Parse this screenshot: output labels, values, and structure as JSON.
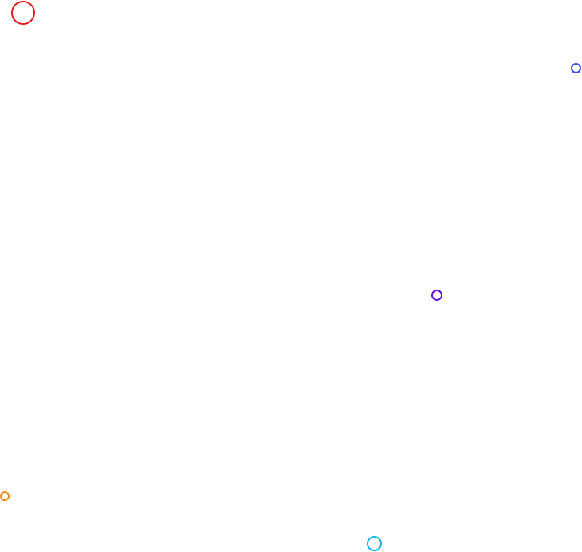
{
  "markers": [
    {
      "id": "red",
      "color": "#e31b1b"
    },
    {
      "id": "blue",
      "color": "#3b4fe0"
    },
    {
      "id": "purple",
      "color": "#6a12e0"
    },
    {
      "id": "orange",
      "color": "#f28c16"
    },
    {
      "id": "cyan",
      "color": "#17b4e6"
    }
  ]
}
